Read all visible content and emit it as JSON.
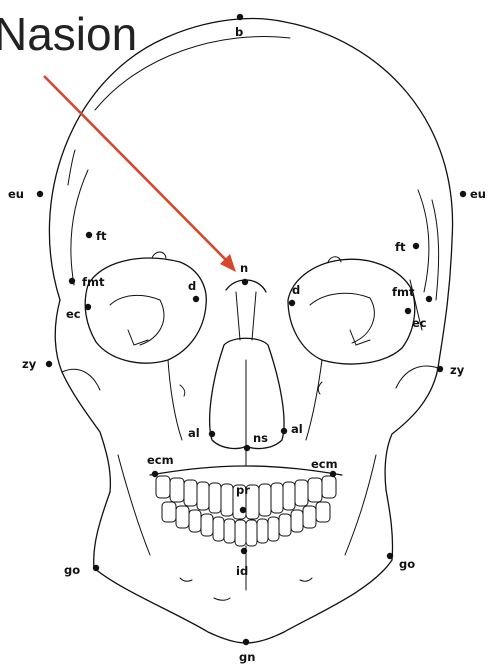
{
  "title": "Nasion",
  "colors": {
    "arrow": "#d6482b",
    "line": "#111111",
    "background": "#ffffff"
  },
  "landmarks": [
    {
      "key": "b",
      "label": "b"
    },
    {
      "key": "eu_r",
      "label": "eu"
    },
    {
      "key": "eu_l",
      "label": "eu"
    },
    {
      "key": "ft_r",
      "label": "ft"
    },
    {
      "key": "ft_l",
      "label": "ft"
    },
    {
      "key": "n",
      "label": "n"
    },
    {
      "key": "fmt_r",
      "label": "fmt"
    },
    {
      "key": "fmt_l",
      "label": "fmt"
    },
    {
      "key": "d_r",
      "label": "d"
    },
    {
      "key": "d_l",
      "label": "d"
    },
    {
      "key": "ec_r",
      "label": "ec"
    },
    {
      "key": "ec_l",
      "label": "ec"
    },
    {
      "key": "zy_r",
      "label": "zy"
    },
    {
      "key": "zy_l",
      "label": "zy"
    },
    {
      "key": "al_r",
      "label": "al"
    },
    {
      "key": "al_l",
      "label": "al"
    },
    {
      "key": "ns",
      "label": "ns"
    },
    {
      "key": "ecm_r",
      "label": "ecm"
    },
    {
      "key": "ecm_l",
      "label": "ecm"
    },
    {
      "key": "pr",
      "label": "pr"
    },
    {
      "key": "id",
      "label": "id"
    },
    {
      "key": "go_r",
      "label": "go"
    },
    {
      "key": "go_l",
      "label": "go"
    },
    {
      "key": "gn",
      "label": "gn"
    }
  ]
}
